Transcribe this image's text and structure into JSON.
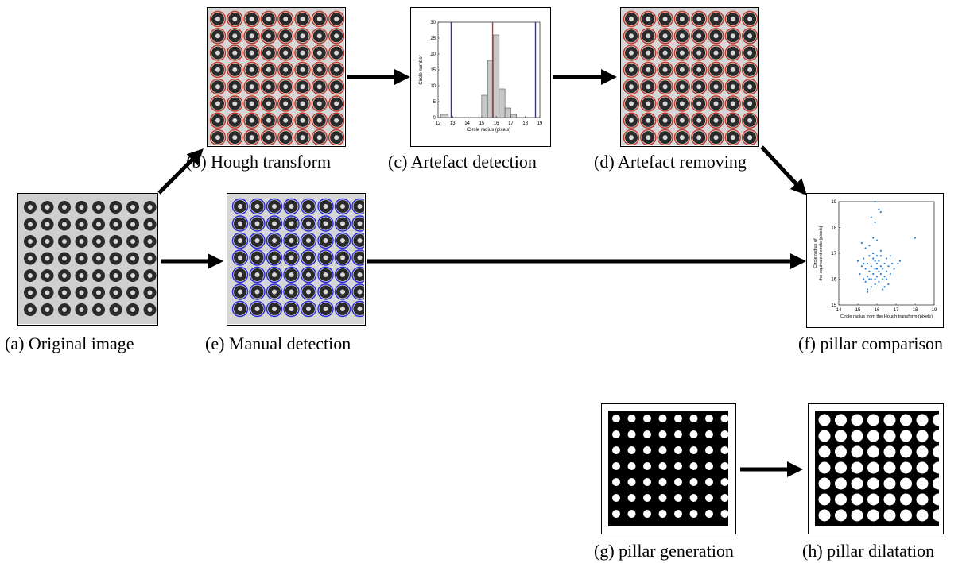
{
  "panels": {
    "a": {
      "caption": "(a) Original image"
    },
    "b": {
      "caption": "(b) Hough transform"
    },
    "c": {
      "caption": "(c) Artefact detection"
    },
    "d": {
      "caption": "(d) Artefact removing"
    },
    "e": {
      "caption": "(e) Manual detection"
    },
    "f": {
      "caption": "(f) pillar comparison"
    },
    "g": {
      "caption": "(g) pillar generation"
    },
    "h": {
      "caption": "(h) pillar dilatation"
    }
  },
  "chart_data": [
    {
      "type": "bar",
      "panel": "c",
      "xlabel": "Circle radius (pixels)",
      "ylabel": "Circle number",
      "xlim": [
        12,
        19
      ],
      "ylim": [
        0,
        30
      ],
      "xticks": [
        "12",
        "13",
        "14",
        "15",
        "16",
        "17",
        "18",
        "19"
      ],
      "yticks": [
        "0",
        "5",
        "10",
        "15",
        "20",
        "25",
        "30"
      ],
      "bins": [
        {
          "x0": 12.2,
          "x1": 12.7,
          "count": 1
        },
        {
          "x0": 15.0,
          "x1": 15.4,
          "count": 7
        },
        {
          "x0": 15.4,
          "x1": 15.8,
          "count": 18
        },
        {
          "x0": 15.8,
          "x1": 16.2,
          "count": 26
        },
        {
          "x0": 16.2,
          "x1": 16.6,
          "count": 9
        },
        {
          "x0": 16.6,
          "x1": 17.0,
          "count": 3
        },
        {
          "x0": 17.0,
          "x1": 17.4,
          "count": 1
        }
      ],
      "vlines": [
        {
          "x": 12.9,
          "color": "#2b2bd6"
        },
        {
          "x": 15.75,
          "color": "#d62b2b"
        },
        {
          "x": 18.7,
          "color": "#2b2bd6"
        }
      ]
    },
    {
      "type": "scatter",
      "panel": "f",
      "xlabel": "Circle radius from the Hough transform (pixels)",
      "ylabel": [
        "Circle radius of",
        "the equivalent circle (pixels)"
      ],
      "xlim": [
        14,
        19
      ],
      "ylim": [
        15,
        19
      ],
      "xticks": [
        "14",
        "15",
        "16",
        "17",
        "18",
        "19"
      ],
      "yticks": [
        "15",
        "16",
        "17",
        "18",
        "19"
      ],
      "points": [
        [
          15.1,
          16.2
        ],
        [
          15.2,
          16.5
        ],
        [
          15.3,
          16.0
        ],
        [
          15.3,
          16.8
        ],
        [
          15.4,
          15.9
        ],
        [
          15.4,
          16.4
        ],
        [
          15.5,
          15.6
        ],
        [
          15.5,
          16.1
        ],
        [
          15.5,
          16.6
        ],
        [
          15.6,
          16.3
        ],
        [
          15.6,
          16.9
        ],
        [
          15.7,
          15.7
        ],
        [
          15.7,
          16.0
        ],
        [
          15.7,
          16.5
        ],
        [
          15.8,
          16.2
        ],
        [
          15.8,
          16.8
        ],
        [
          15.8,
          17.0
        ],
        [
          15.9,
          16.4
        ],
        [
          15.9,
          16.0
        ],
        [
          15.9,
          15.8
        ],
        [
          16.0,
          16.6
        ],
        [
          16.0,
          16.1
        ],
        [
          16.0,
          16.9
        ],
        [
          16.1,
          16.3
        ],
        [
          16.1,
          15.9
        ],
        [
          16.1,
          16.7
        ],
        [
          16.2,
          16.2
        ],
        [
          16.2,
          16.5
        ],
        [
          16.2,
          17.1
        ],
        [
          16.3,
          16.0
        ],
        [
          16.3,
          16.4
        ],
        [
          16.3,
          15.6
        ],
        [
          16.4,
          16.6
        ],
        [
          16.4,
          16.1
        ],
        [
          16.5,
          16.8
        ],
        [
          16.5,
          16.3
        ],
        [
          16.6,
          16.5
        ],
        [
          16.6,
          15.8
        ],
        [
          16.7,
          16.2
        ],
        [
          16.8,
          16.6
        ],
        [
          16.9,
          16.4
        ],
        [
          15.2,
          17.4
        ],
        [
          15.0,
          16.7
        ],
        [
          15.4,
          17.2
        ],
        [
          15.6,
          17.3
        ],
        [
          15.8,
          17.6
        ],
        [
          15.9,
          18.2
        ],
        [
          16.0,
          17.5
        ],
        [
          16.1,
          18.7
        ],
        [
          16.2,
          18.6
        ],
        [
          15.9,
          19.0
        ],
        [
          15.7,
          18.4
        ],
        [
          15.5,
          15.5
        ],
        [
          16.4,
          15.7
        ],
        [
          16.7,
          16.9
        ],
        [
          17.1,
          16.6
        ],
        [
          17.2,
          16.7
        ],
        [
          18.0,
          17.6
        ],
        [
          15.3,
          16.6
        ],
        [
          16.0,
          16.4
        ],
        [
          15.6,
          16.0
        ],
        [
          16.5,
          16.0
        ],
        [
          15.9,
          16.7
        ],
        [
          16.2,
          16.9
        ]
      ],
      "color": "#2e7fcf"
    }
  ]
}
